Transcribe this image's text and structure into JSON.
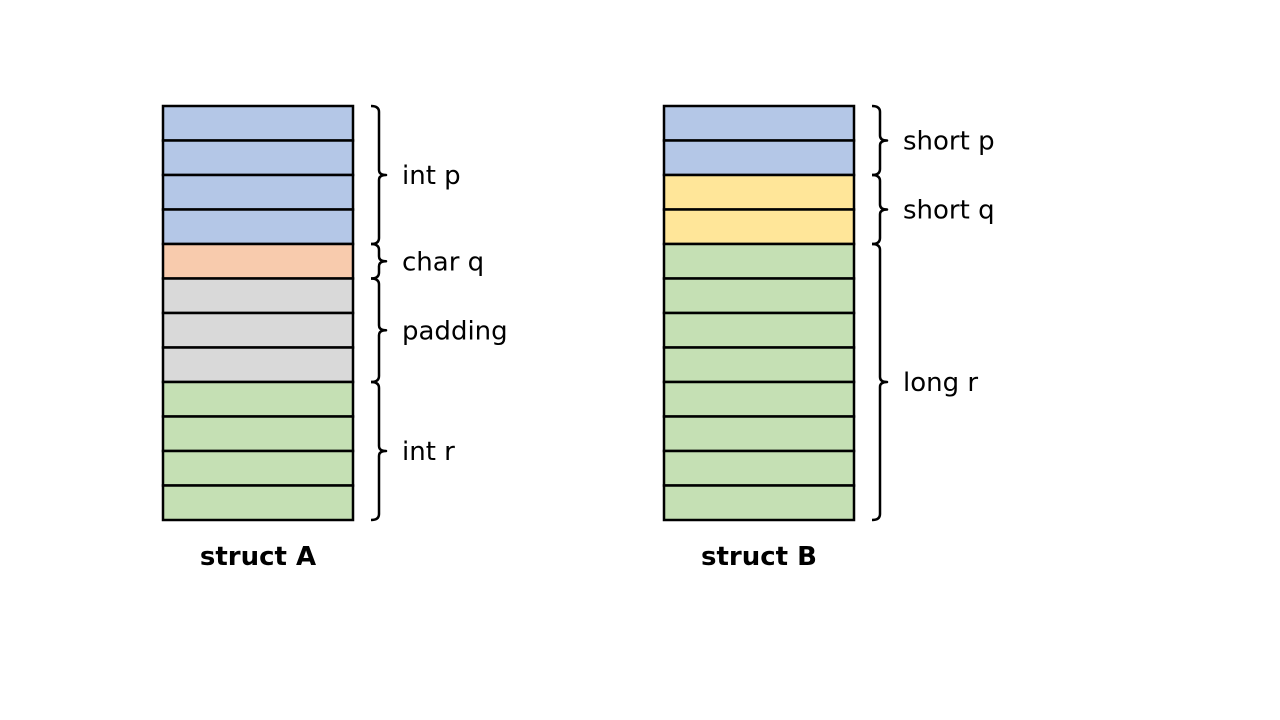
{
  "colors": {
    "blue": "#b4c7e7",
    "orange": "#f8cbad",
    "gray": "#d9d9d9",
    "green": "#c5e0b4",
    "yellow": "#ffe699",
    "stroke": "#000000"
  },
  "structs": [
    {
      "caption": "struct A",
      "byte_colors": [
        "blue",
        "blue",
        "blue",
        "blue",
        "orange",
        "gray",
        "gray",
        "gray",
        "green",
        "green",
        "green",
        "green"
      ],
      "fields": [
        {
          "label": "int p",
          "start": 0,
          "size": 4
        },
        {
          "label": "char q",
          "start": 4,
          "size": 1
        },
        {
          "label": "padding",
          "start": 5,
          "size": 3
        },
        {
          "label": "int r",
          "start": 8,
          "size": 4
        }
      ]
    },
    {
      "caption": "struct B",
      "byte_colors": [
        "blue",
        "blue",
        "yellow",
        "yellow",
        "green",
        "green",
        "green",
        "green",
        "green",
        "green",
        "green",
        "green"
      ],
      "fields": [
        {
          "label": "short p",
          "start": 0,
          "size": 2
        },
        {
          "label": "short q",
          "start": 2,
          "size": 2
        },
        {
          "label": "long r",
          "start": 4,
          "size": 8
        }
      ]
    }
  ]
}
